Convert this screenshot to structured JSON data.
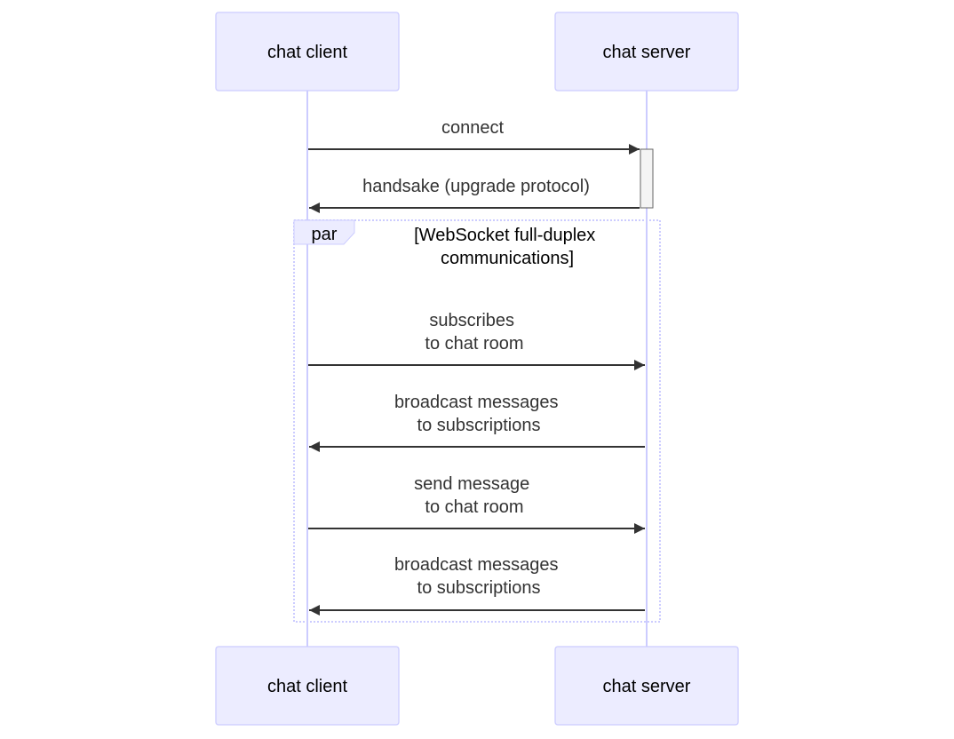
{
  "participants": {
    "client": {
      "label": "chat client"
    },
    "server": {
      "label": "chat server"
    }
  },
  "messages": [
    {
      "from": "client",
      "to": "server",
      "lines": [
        "connect"
      ]
    },
    {
      "from": "server",
      "to": "client",
      "lines": [
        "handsake (upgrade protocol)"
      ]
    },
    {
      "from": "client",
      "to": "server",
      "lines": [
        "subscribes",
        "to chat room"
      ]
    },
    {
      "from": "server",
      "to": "client",
      "lines": [
        "broadcast messages",
        "to subscriptions"
      ]
    },
    {
      "from": "client",
      "to": "server",
      "lines": [
        "send message",
        "to chat room"
      ]
    },
    {
      "from": "server",
      "to": "client",
      "lines": [
        "broadcast messages",
        "to subscriptions"
      ]
    }
  ],
  "fragment": {
    "keyword": "par",
    "condition_lines": [
      "[WebSocket full-duplex",
      "communications]"
    ]
  },
  "colors": {
    "actor_fill": "#ECECFF",
    "actor_stroke": "#CCCCFF",
    "line": "#333333",
    "activation_fill": "#F4F4F4"
  }
}
